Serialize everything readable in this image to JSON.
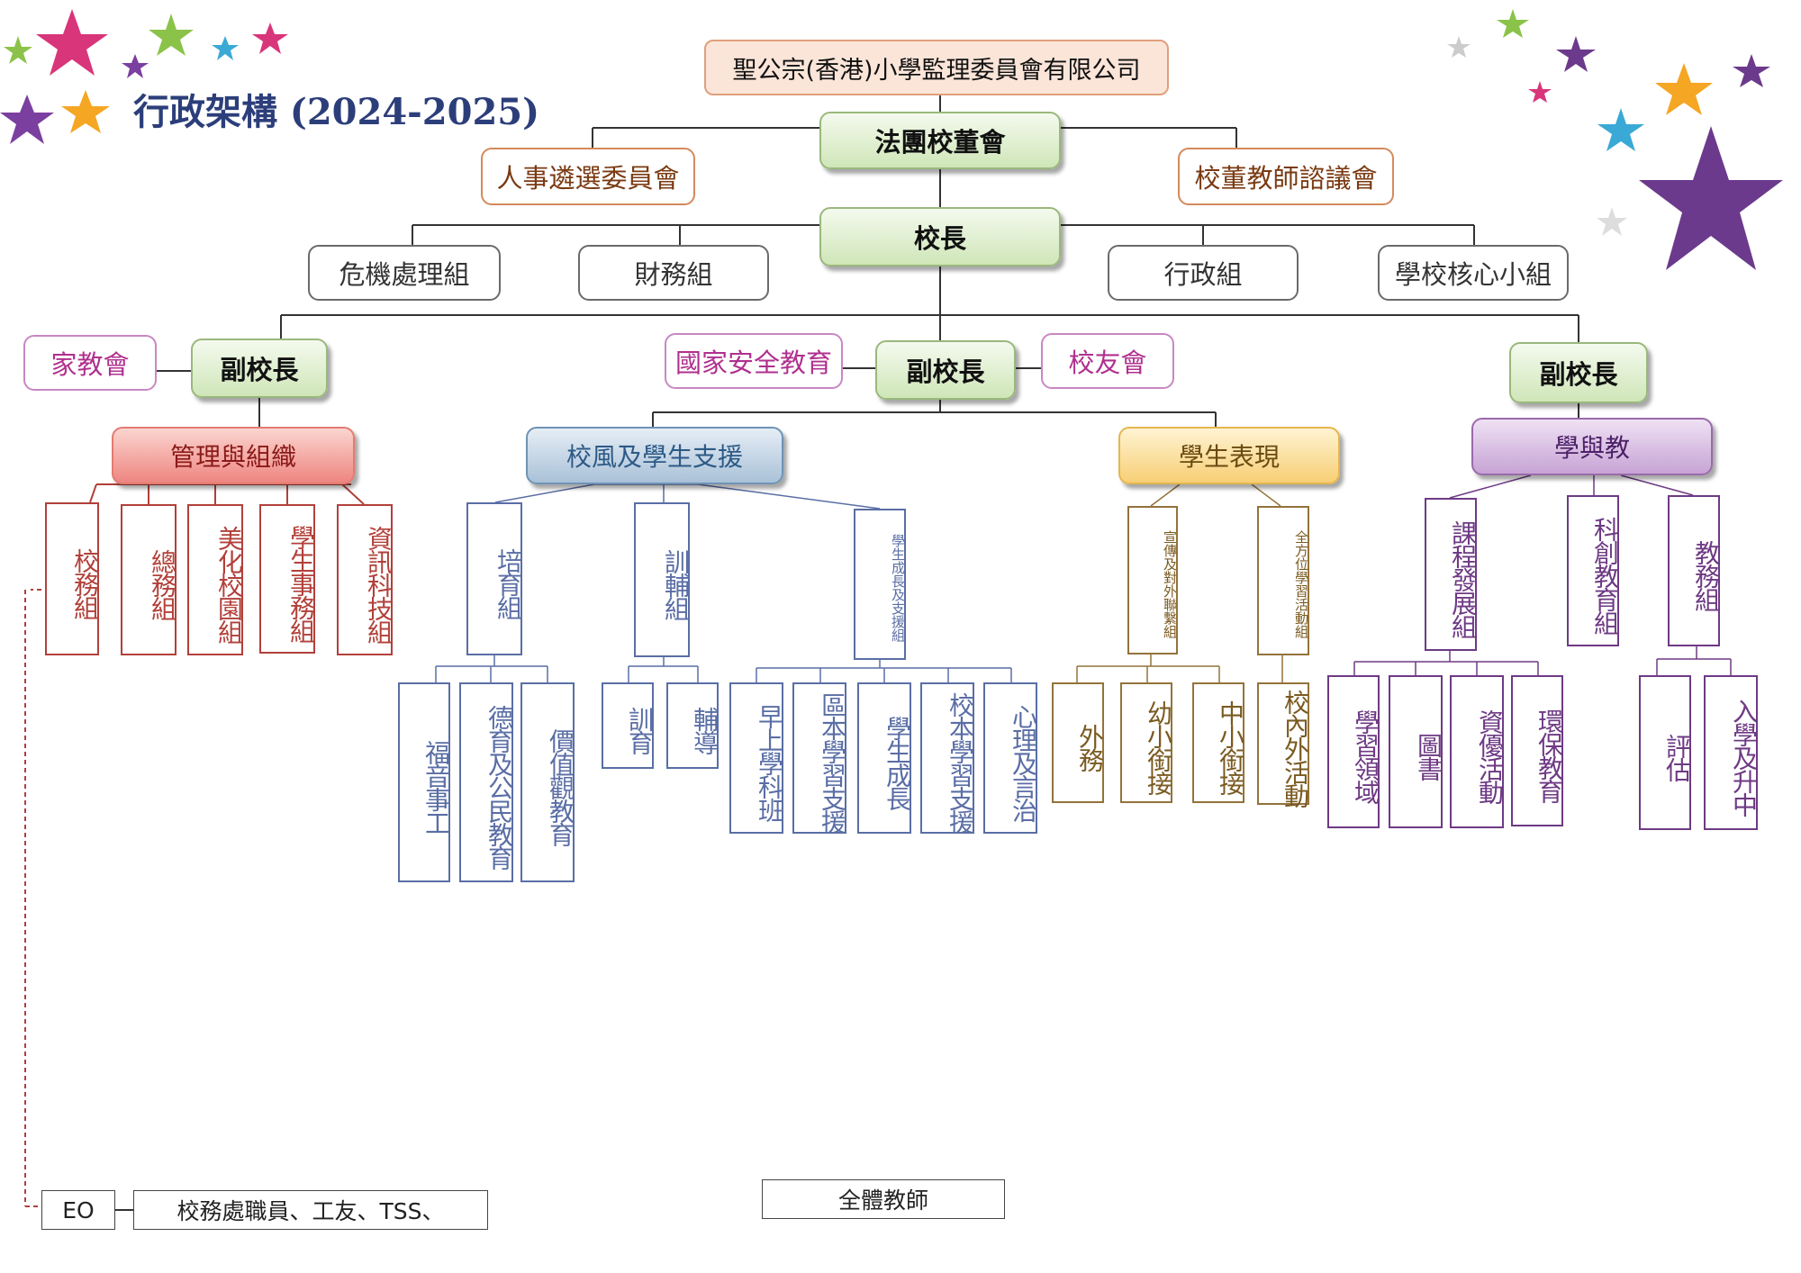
{
  "title": "行政架構 (2024-2025)",
  "top_org": "聖公宗(香港)小學監理委員會有限公司",
  "board": "法團校董會",
  "board_side_left": "人事遴選委員會",
  "board_side_right": "校董教師諮議會",
  "principal": "校長",
  "principal_groups": [
    "危機處理組",
    "財務組",
    "行政組",
    "學校核心小組"
  ],
  "vp_left": {
    "label": "副校長",
    "side": "家教會"
  },
  "vp_center": {
    "label": "副校長",
    "side_left": "國家安全教育",
    "side_right": "校友會"
  },
  "vp_right": {
    "label": "副校長"
  },
  "categories": {
    "management": {
      "label": "管理與組織",
      "groups": [
        "校務組",
        "總務組",
        "美化校園組",
        "學生事務組",
        "資訊科技組"
      ]
    },
    "support": {
      "label": "校風及學生支援",
      "groups": [
        {
          "label": "培育組",
          "subs": [
            "福音事工",
            "德育及公民教育",
            "價值觀教育"
          ]
        },
        {
          "label": "訓輔組",
          "subs": [
            "訓育",
            "輔導"
          ]
        },
        {
          "label": "學生成長及支援組",
          "subs": [
            "早上學科班",
            "區本學習支援",
            "學生成長",
            "校本學習支援",
            "心理及言治"
          ]
        }
      ]
    },
    "performance": {
      "label": "學生表現",
      "groups": [
        {
          "label": "宣傳及對外聯繫組",
          "subs": [
            "外務",
            "幼小銜接",
            "中小銜接"
          ]
        },
        {
          "label": "全方位學習活動組",
          "subs": [
            "校內外活動"
          ]
        }
      ]
    },
    "teaching": {
      "label": "學與教",
      "groups": [
        {
          "label": "課程發展組",
          "subs": [
            "學習領域",
            "圖書",
            "資優活動",
            "環保教育"
          ]
        },
        {
          "label": "科創教育組",
          "subs": []
        },
        {
          "label": "教務組",
          "subs": [
            "評估",
            "入學及升中"
          ]
        }
      ]
    }
  },
  "bottom": {
    "eo": "EO",
    "staff": "校務處職員、工友、TSS、",
    "all_teachers": "全體教師"
  }
}
